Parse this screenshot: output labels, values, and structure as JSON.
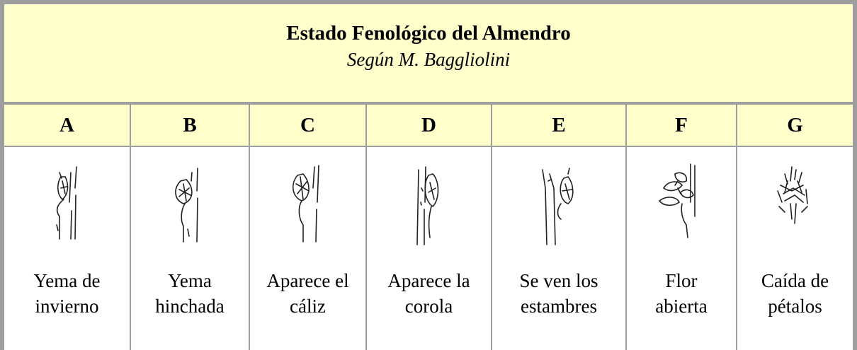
{
  "title": "Estado Fenológico del Almendro",
  "subtitle": "Según M. Baggliolini",
  "stages": [
    {
      "letter": "A",
      "line1": "Yema de",
      "line2": "invierno",
      "icon": "almond-bud-winter-illustration"
    },
    {
      "letter": "B",
      "line1": "Yema",
      "line2": "hinchada",
      "icon": "almond-bud-swollen-illustration"
    },
    {
      "letter": "C",
      "line1": "Aparece el",
      "line2": "cáliz",
      "icon": "almond-calyx-illustration"
    },
    {
      "letter": "D",
      "line1": "Aparece la",
      "line2": "corola",
      "icon": "almond-corolla-illustration"
    },
    {
      "letter": "E",
      "line1": "Se ven los",
      "line2": "estambres",
      "icon": "almond-stamens-illustration"
    },
    {
      "letter": "F",
      "line1": "Flor",
      "line2": "abierta",
      "icon": "almond-open-flower-illustration"
    },
    {
      "letter": "G",
      "line1": "Caída de",
      "line2": "pétalos",
      "icon": "almond-petal-fall-illustration"
    }
  ],
  "colors": {
    "header_bg": "#ffffcc",
    "border": "#9e9e9e",
    "text": "#000000"
  }
}
